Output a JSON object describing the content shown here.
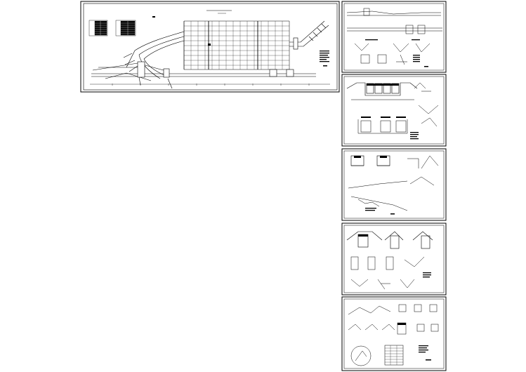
{
  "main_sheet": {
    "title": "",
    "subtitle": ""
  },
  "side_sheets": [
    {
      "id": "sheet-1"
    },
    {
      "id": "sheet-2"
    },
    {
      "id": "sheet-3"
    },
    {
      "id": "sheet-4"
    },
    {
      "id": "sheet-5"
    }
  ]
}
